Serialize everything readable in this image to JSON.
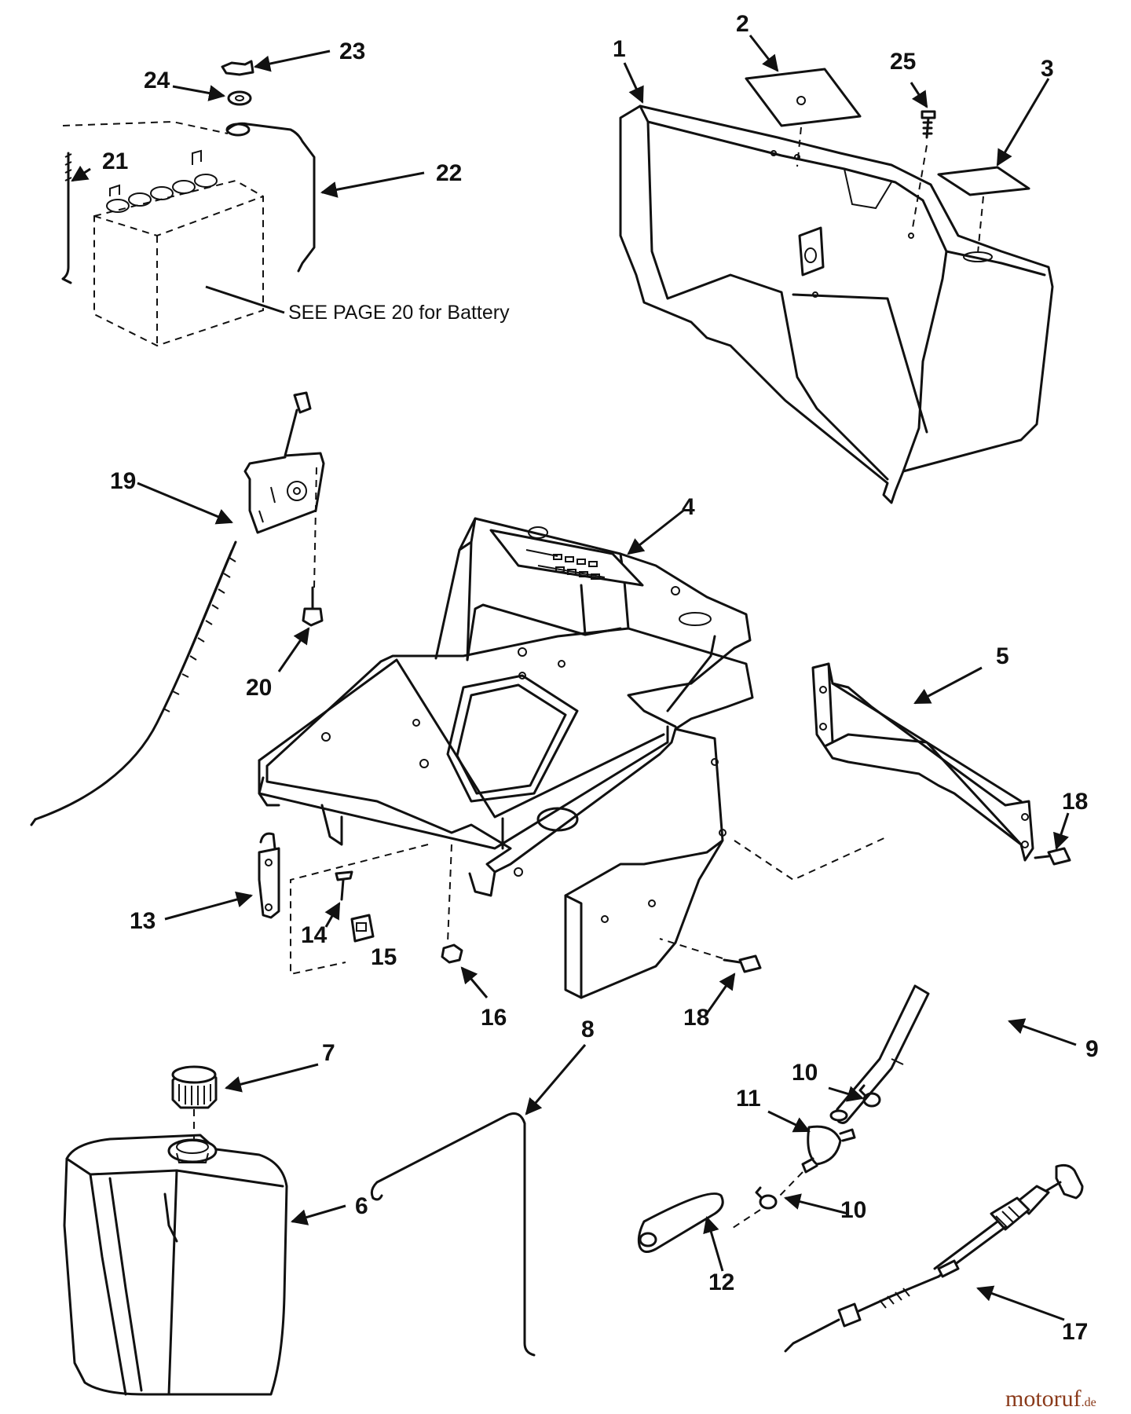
{
  "note": "SEE PAGE 20 for Battery",
  "watermark": {
    "brand": "motoruf",
    "suffix": ".de"
  },
  "callouts": {
    "c1": "1",
    "c2": "2",
    "c3": "3",
    "c4": "4",
    "c5": "5",
    "c6": "6",
    "c7": "7",
    "c8": "8",
    "c9": "9",
    "c10a": "10",
    "c10b": "10",
    "c11": "11",
    "c12": "12",
    "c13": "13",
    "c14": "14",
    "c15": "15",
    "c16": "16",
    "c17": "17",
    "c18a": "18",
    "c18b": "18",
    "c19": "19",
    "c20": "20",
    "c21": "21",
    "c22": "22",
    "c23": "23",
    "c24": "24",
    "c25": "25"
  }
}
